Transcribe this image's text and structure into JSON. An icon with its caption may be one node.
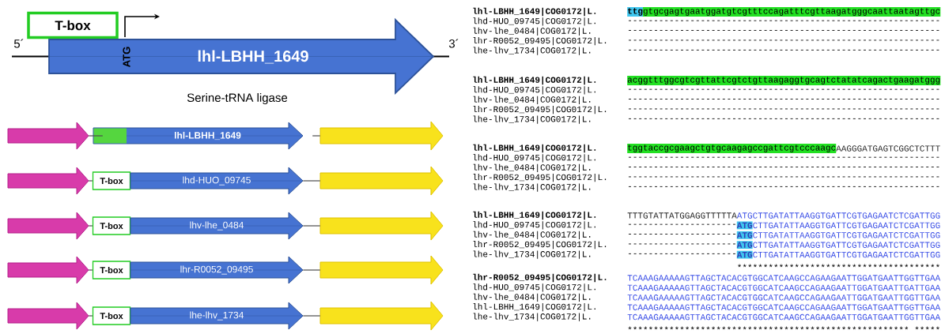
{
  "diagram": {
    "nodes": [
      {
        "text": [
          "T-box"
        ]
      },
      {
        "text": [
          "ATG",
          "lhl-LBHH_1649"
        ],
        "beside": [
          "Serine-tRNA ligase"
        ]
      },
      {
        "text": [],
        "shape": "arrow"
      },
      {
        "text": [
          "lhl-LBHH_1649"
        ]
      },
      {
        "text": [],
        "shape": "arrow"
      },
      {
        "text": [],
        "shape": "arrow"
      },
      {
        "text": [
          "T-box"
        ]
      },
      {
        "text": [
          "lhd-HUO_09745"
        ]
      },
      {
        "text": [],
        "shape": "arrow"
      },
      {
        "text": [],
        "shape": "arrow"
      },
      {
        "text": [
          "T-box"
        ]
      },
      {
        "text": [
          "lhv-lhe_0484"
        ]
      },
      {
        "text": [],
        "shape": "arrow"
      },
      {
        "text": [],
        "shape": "arrow"
      },
      {
        "text": [
          "T-box"
        ]
      },
      {
        "text": [
          "lhr-R0052_09495"
        ]
      },
      {
        "text": [],
        "shape": "arrow"
      },
      {
        "text": [],
        "shape": "arrow"
      },
      {
        "text": [
          "T-box"
        ]
      },
      {
        "text": [
          "lhe-lhv_1734"
        ]
      },
      {
        "text": [],
        "shape": "arrow"
      }
    ],
    "edges": [
      {
        "from": 2,
        "to": 3,
        "arrow": "none"
      },
      {
        "from": 3,
        "to": 4,
        "arrow": "none"
      },
      {
        "from": 5,
        "to": 6,
        "arrow": "none"
      },
      {
        "from": 7,
        "to": 8,
        "arrow": "none"
      },
      {
        "from": 9,
        "to": 10,
        "arrow": "none"
      },
      {
        "from": 11,
        "to": 12,
        "arrow": "none"
      },
      {
        "from": 13,
        "to": 14,
        "arrow": "none"
      },
      {
        "from": 15,
        "to": 16,
        "arrow": "none"
      },
      {
        "from": 17,
        "to": 18,
        "arrow": "none"
      },
      {
        "from": 19,
        "to": 20,
        "arrow": "none"
      }
    ],
    "labels": [
      "5´",
      "3´",
      "lhl-LBHH_1649|COG0172|L.",
      "ttg",
      "gtgcgagtgaatggatgtcgtttccagatttcgttaagatgggcaattaatagttgc",
      "lhd-HUO_09745|COG0172|L.",
      "------------------------------------------------------------",
      "lhv-lhe_0484|COG0172|L.",
      "------------------------------------------------------------",
      "lhr-R0052_09495|COG0172|L.",
      "------------------------------------------------------------",
      "lhe-lhv_1734|COG0172|L.",
      "------------------------------------------------------------",
      "lhl-LBHH_1649|COG0172|L.",
      "acggtttggcgtcgttattcgtctgttaagaggtgcagtctatatcagactgaagatggg",
      "lhd-HUO_09745|COG0172|L.",
      "------------------------------------------------------------",
      "lhv-lhe_0484|COG0172|L.",
      "------------------------------------------------------------",
      "lhr-R0052_09495|COG0172|L.",
      "------------------------------------------------------------",
      "lhe-lhv_1734|COG0172|L.",
      "------------------------------------------------------------",
      "lhl-LBHH_1649|COG0172|L.",
      "tggtaccgcgaagctgtgcaagagccgattcgtcccaagc",
      "AAGGGATGAGTCGGCTCTTT",
      "lhd-HUO_09745|COG0172|L.",
      "------------------------------------------------------------",
      "lhv-lhe_0484|COG0172|L.",
      "------------------------------------------------------------",
      "lhr-R0052_09495|COG0172|L.",
      "------------------------------------------------------------",
      "lhe-lhv_1734|COG0172|L.",
      "------------------------------------------------------------",
      "lhl-LBHH_1649|COG0172|L.",
      "TTTGTATTATGGAGGTTTTTA",
      "ATGCTTGATATTAAGGTGATTCGTGAGAATCTCGATTGG",
      "lhd-HUO_09745|COG0172|L.",
      "---------------------",
      "ATG",
      "CTTGATATTAAGGTGATTCGTGAGAATCTCGATTGG",
      "lhv-lhe_0484|COG0172|L.",
      "---------------------",
      "ATG",
      "CTTGATATTAAGGTGATTCGTGAGAATCTCGATTGG",
      "lhr-R0052_09495|COG0172|L.",
      "---------------------",
      "ATG",
      "CTTGATATTAAGGTGATTCGTGAGAATCTCGATTGG",
      "lhe-lhv_1734|COG0172|L.",
      "---------------------",
      "ATG",
      "CTTGATATTAAGGTGATTCGTGAGAATCTCGATTGG",
      "*",
      "*",
      "*",
      "*",
      "*",
      "*",
      "*",
      "*",
      "*",
      "*",
      "*",
      "*",
      "*",
      "*",
      "*",
      "*",
      "*",
      "*",
      "*",
      "*",
      "*",
      "*",
      "*",
      "*",
      "*",
      "*",
      "*",
      "*",
      "*",
      "*",
      "*",
      "*",
      "*",
      "*",
      "*",
      "*",
      "*",
      "*",
      "*",
      "lhr-R0052_09495|COG0172|L.",
      "TCAAAGAAAAAGTTAGCTACACGTGGCATCAAGCCAGAAGAATTGGATGAATTGGTTGAA",
      "lhd-HUO_09745|COG0172|L.",
      "TCAAAGAAAAAGTTAGCTACACGTGGCATCAAGCCAGAAGAATTGGATGAATTGATTGAA",
      "lhv-lhe_0484|COG0172|L.",
      "TCAAAGAAAAAGTTAGCTACACGTGGCATCAAGCCAGAAGAATTGGATGAATTGGTTGAA",
      "lhl-LBHH_1649|COG0172|L.",
      "TCAAAGAAAAAGTTAGCTACACGTGGCATCAAGCCAGAAGAATTGGATGAATTGGTTGAA",
      "lhe-lhv_1734|COG0172|L.",
      "TCAAAGAAAAAGTTAGCTACACGTGGCATCAAGCCAGAAGAATTGGATGAATTGGTTGAA",
      "*",
      "*",
      "*",
      "*",
      "*",
      "*",
      "*",
      "*",
      "*",
      "*",
      "*",
      "*",
      "*",
      "*",
      "*",
      "*",
      "*",
      "*",
      "*",
      "*",
      "*",
      "*",
      "*",
      "*",
      "*",
      "*",
      "*",
      "*",
      "*",
      "*",
      "*",
      "*",
      "*",
      "*",
      "*",
      "*",
      "*",
      "*",
      "*",
      "*",
      "*",
      "*",
      "*",
      "*",
      "*",
      "*",
      "*",
      "*",
      "*",
      "*",
      "*",
      "*",
      "*",
      "*",
      "*",
      "*",
      "*",
      "*",
      "*"
    ]
  }
}
